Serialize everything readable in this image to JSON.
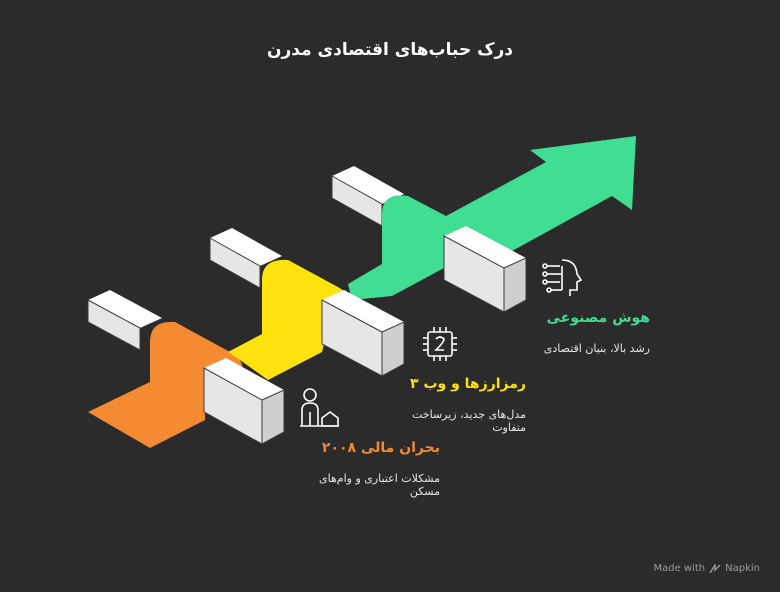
{
  "title": "درک حباب‌های اقتصادی مدرن",
  "stages": [
    {
      "heading": "بحران مالی ۲۰۰۸",
      "description": "مشکلات اعتباری و وام‌های مسکن",
      "color": "#f48b33",
      "icon": "person-house-icon"
    },
    {
      "heading": "رمزارزها و وب ۳",
      "description": "مدل‌های جدید، زیرساخت متفاوت",
      "color": "#ffe20e",
      "icon": "chip-icon"
    },
    {
      "heading": "هوش مصنوعی",
      "description": "رشد بالا، بنیان اقتصادی",
      "color": "#41dd92",
      "icon": "ai-head-icon"
    }
  ],
  "block_color": "#e6e6e6",
  "credit": {
    "made_with": "Made with",
    "brand": "Napkin"
  }
}
